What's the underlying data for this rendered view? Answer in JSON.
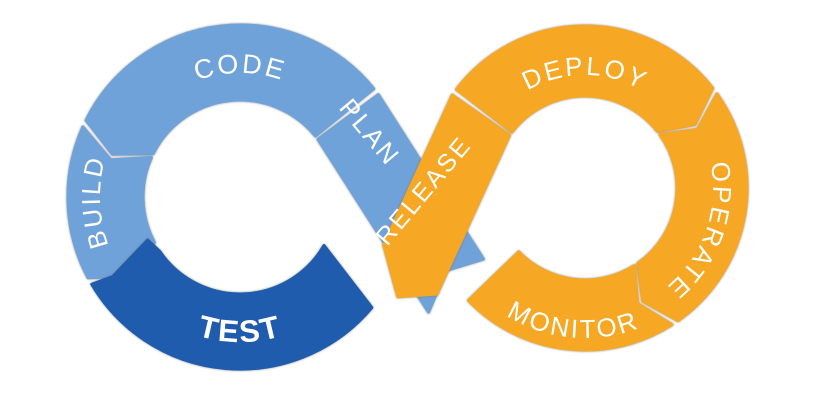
{
  "diagram": {
    "name": "devops-infinity-loop",
    "background": "#ffffff",
    "colors": {
      "light_blue": "#6FA2D9",
      "dark_blue": "#1F5CAD",
      "orange": "#F6A724",
      "label_text": "#FFFFFF"
    },
    "segments": {
      "plan": {
        "label": "PLAN"
      },
      "code": {
        "label": "CODE"
      },
      "build": {
        "label": "BUILD"
      },
      "test": {
        "label": "TEST"
      },
      "release": {
        "label": "RELEASE"
      },
      "deploy": {
        "label": "DEPLOY"
      },
      "operate": {
        "label": "OPERATE"
      },
      "monitor": {
        "label": "MONITOR"
      }
    },
    "flow_order": "PLAN, CODE, BUILD, TEST, RELEASE, DEPLOY, OPERATE, MONITOR"
  }
}
